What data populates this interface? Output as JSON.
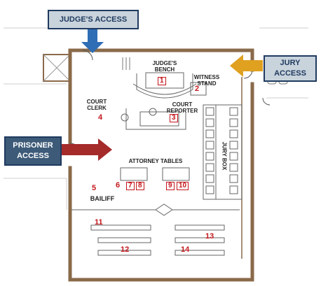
{
  "callouts": {
    "judges_access": "JUDGE'S ACCESS",
    "jury_access_line1": "JURY",
    "jury_access_line2": "ACCESS",
    "prisoner_access_line1": "PRISONER",
    "prisoner_access_line2": "ACCESS"
  },
  "labels": {
    "judges_bench_line1": "JUDGE'S",
    "judges_bench_line2": "BENCH",
    "witness_stand_line1": "WITNESS",
    "witness_stand_line2": "STAND",
    "court_clerk_line1": "COURT",
    "court_clerk_line2": "CLERK",
    "court_reporter_line1": "COURT",
    "court_reporter_line2": "REPORTER",
    "jury_box": "JURY BOX",
    "attorney_tables": "ATTORNEY TABLES",
    "bailiff": "BAILIFF"
  },
  "numbers": {
    "n1": "1",
    "n2": "2",
    "n3": "3",
    "n4": "4",
    "n5": "5",
    "n6": "6",
    "n7": "7",
    "n8": "8",
    "n9": "9",
    "n10": "10",
    "n11": "11",
    "n12": "12",
    "n13": "13",
    "n14": "14"
  },
  "colors": {
    "wall": "#8a6a4a",
    "number_red": "#c4161c",
    "judges_arrow": "#2f6db5",
    "jury_arrow": "#e0a020",
    "prisoner_arrow": "#a52a2a",
    "callout_fill": "#c8d3dc",
    "callout_fill_dark": "#3d5a78"
  }
}
